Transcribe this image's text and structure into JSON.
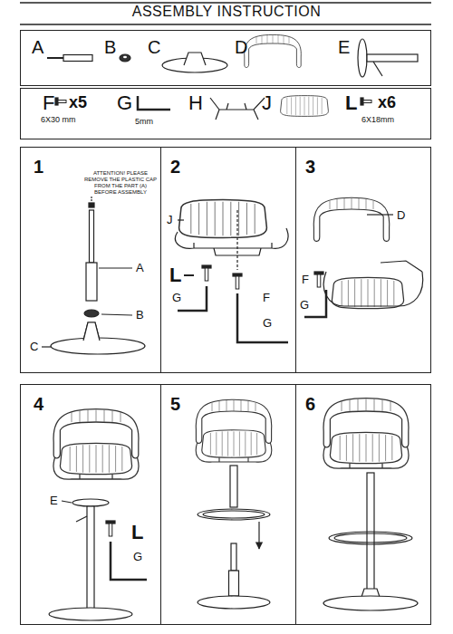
{
  "diagram": {
    "title": "ASSEMBLY INSTRUCTION",
    "nodes": [
      {
        "text": [
          "A",
          "B",
          "C",
          "D",
          "E"
        ]
      },
      {
        "text": [
          "F",
          "x5",
          "6X30 mm",
          "G",
          "5mm",
          "H",
          "J",
          "L",
          "x6",
          "6X18mm"
        ]
      },
      {
        "text": [
          "1",
          "ATTENTION! PLEASE REMOVE THE PLASTIC CAP FROM THE PART (A) BEFORE ASSEMBLY",
          "A",
          "B",
          "C"
        ]
      },
      {
        "text": [
          "2",
          "J",
          "L",
          "G",
          "F",
          "G"
        ]
      },
      {
        "text": [
          "3",
          "D",
          "F",
          "G"
        ]
      },
      {
        "text": [
          "4",
          "E",
          "L",
          "G"
        ]
      },
      {
        "text": [
          "5"
        ]
      },
      {
        "text": [
          "6"
        ]
      }
    ]
  }
}
